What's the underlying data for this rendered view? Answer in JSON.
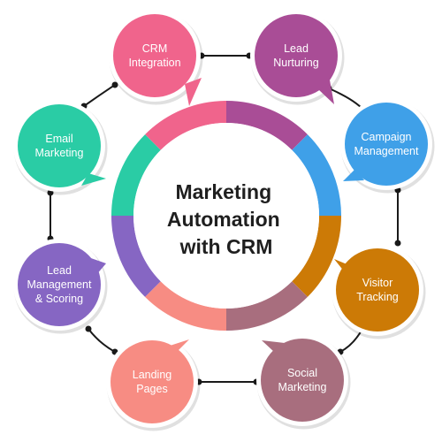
{
  "center": {
    "lines": [
      "Marketing",
      "Automation",
      "with CRM"
    ]
  },
  "nodes": [
    {
      "id": "crm-integration",
      "lines": [
        "CRM",
        "Integration"
      ],
      "color": "#F0648C"
    },
    {
      "id": "lead-nurturing",
      "lines": [
        "Lead",
        "Nurturing"
      ],
      "color": "#A94D96"
    },
    {
      "id": "campaign-management",
      "lines": [
        "Campaign",
        "Management"
      ],
      "color": "#3FA0E8"
    },
    {
      "id": "visitor-tracking",
      "lines": [
        "Visitor",
        "Tracking"
      ],
      "color": "#CC7A06"
    },
    {
      "id": "social-marketing",
      "lines": [
        "Social",
        "Marketing"
      ],
      "color": "#A86E7E"
    },
    {
      "id": "landing-pages",
      "lines": [
        "Landing",
        "Pages"
      ],
      "color": "#F78C83"
    },
    {
      "id": "lead-management-scoring",
      "lines": [
        "Lead",
        "Management",
        "& Scoring"
      ],
      "color": "#8666C3"
    },
    {
      "id": "email-marketing",
      "lines": [
        "Email",
        "Marketing"
      ],
      "color": "#2ACCA5"
    }
  ],
  "ring_colors": [
    "#F0648C",
    "#A94D96",
    "#3FA0E8",
    "#CC7A06",
    "#A86E7E",
    "#F78C83",
    "#8666C3",
    "#2ACCA5"
  ],
  "connector_color": "#1a1a1a"
}
